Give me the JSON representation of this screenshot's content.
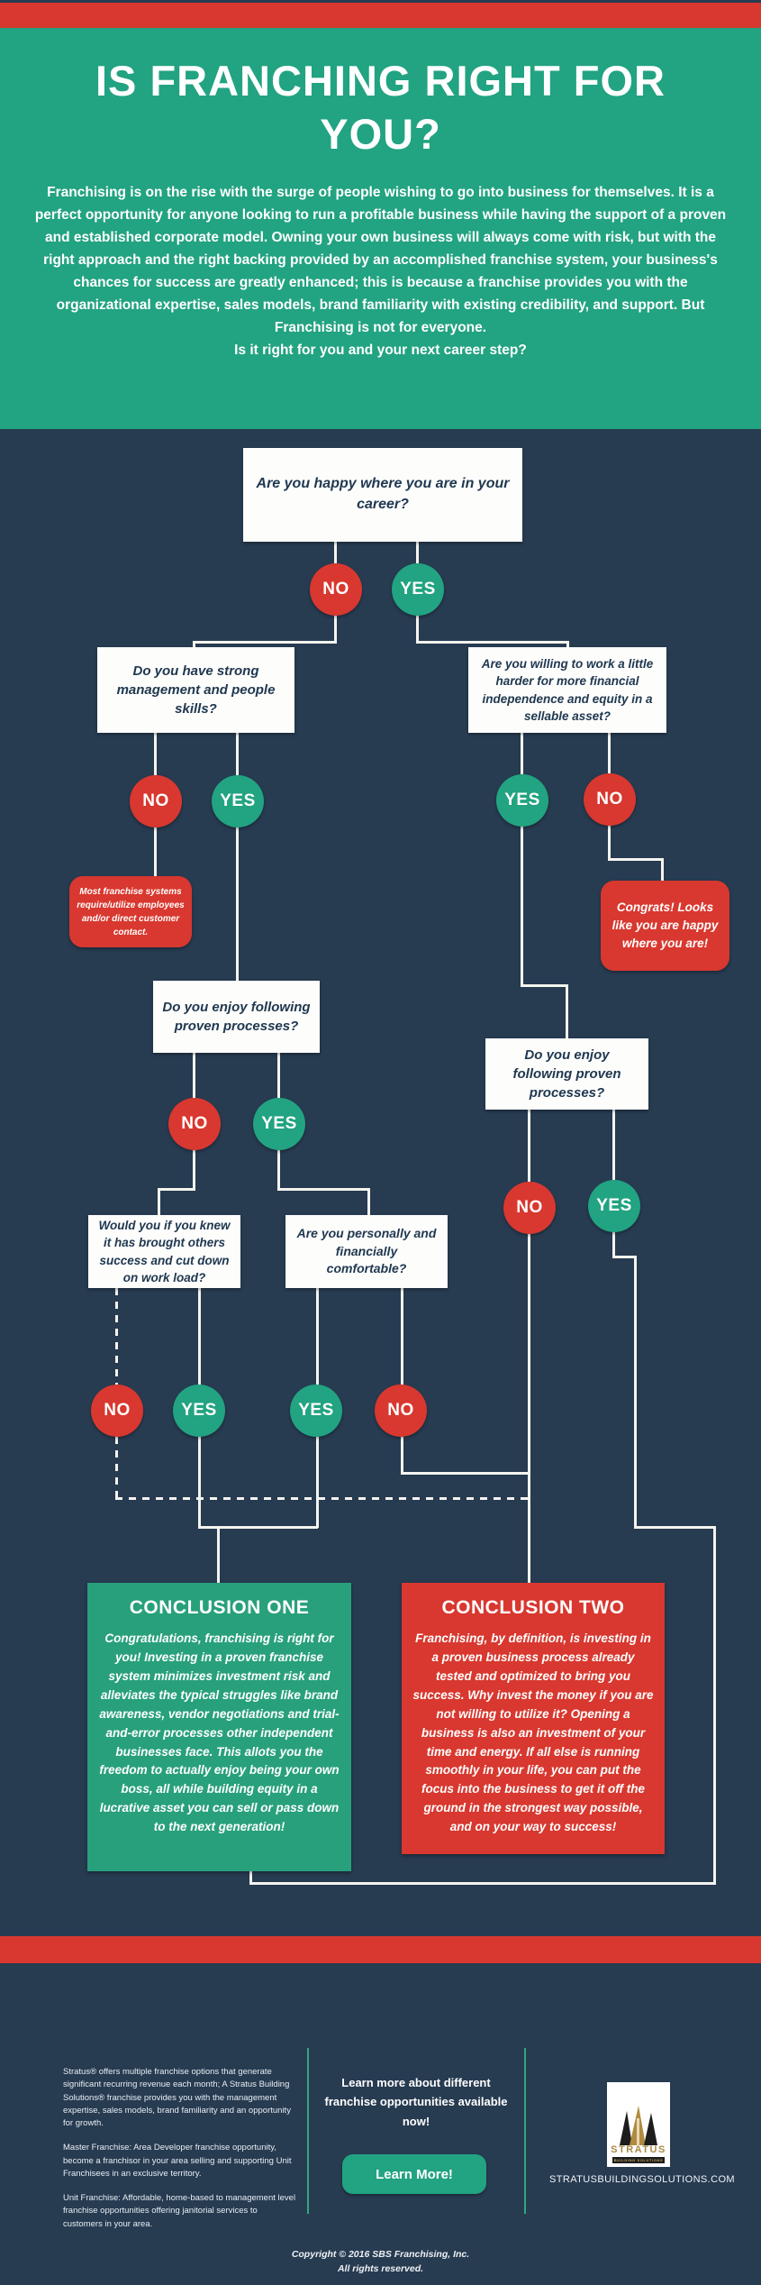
{
  "header": {
    "title": "IS FRANCHING RIGHT FOR YOU?",
    "intro_main": "Franchising is on the rise with the surge of people wishing to go into business for themselves. It is a perfect opportunity for anyone looking to run a profitable business while having the support of a proven and established corporate model. Owning your own business will always come with risk, but with the right approach and the right backing provided by an accomplished franchise system, your business's chances for success are greatly enhanced; this is because a franchise provides you with the organizational expertise, sales models, brand familiarity with existing credibility, and support. But Franchising is not for everyone.",
    "intro_question": "Is it right for you and your next career step?"
  },
  "flowchart": {
    "q_career": {
      "text": "Are you happy where you are in your career?",
      "no_label": "NO",
      "yes_label": "YES"
    },
    "q_management": {
      "text": "Do you have strong management and people skills?",
      "no_label": "NO",
      "yes_label": "YES"
    },
    "q_harder": {
      "text": "Are you willing to work a little harder for more financial independence and equity in a sellable asset?",
      "yes_label": "YES",
      "no_label": "NO"
    },
    "note_employees": {
      "text": "Most franchise systems require/utilize employees and/or direct customer contact."
    },
    "note_congrats": {
      "text": "Congrats! Looks like you are happy where you are!"
    },
    "q_processes_left": {
      "text": "Do you enjoy following proven processes?",
      "no_label": "NO",
      "yes_label": "YES"
    },
    "q_processes_right": {
      "text": "Do you enjoy following proven processes?",
      "no_label": "NO",
      "yes_label": "YES"
    },
    "q_wouldyou": {
      "text": "Would you if you knew it has brought others success and cut down on work load?",
      "no_label": "NO",
      "yes_label": "YES"
    },
    "q_comfortable": {
      "text": "Are you personally and financially comfortable?",
      "yes_label": "YES",
      "no_label": "NO"
    },
    "conclusion_one": {
      "title": "CONCLUSION ONE",
      "body": "Congratulations, franchising is right for you! Investing in a proven franchise system minimizes investment risk and alleviates the typical struggles like brand awareness, vendor negotiations and trial-and-error processes other independent businesses face. This allots you the freedom to actually enjoy being your own boss, all while building equity in a lucrative asset you can sell or pass down to the next generation!"
    },
    "conclusion_two": {
      "title": "CONCLUSION TWO",
      "body": "Franchising, by definition, is investing in a proven business process already tested and optimized to bring you success. Why invest the money if you are not willing to utilize it? Opening a business is also an investment of your time and energy. If all else is running smoothly in your life, you can put the focus into the business to get it off the ground in the strongest way possible, and on your way to success!"
    }
  },
  "footer": {
    "about": "Stratus® offers multiple franchise options that generate significant recurring revenue each month; A Stratus Building Solutions® franchise provides you with the management expertise, sales models, brand familiarity and an opportunity for growth.",
    "master_franchise": "Master Franchise: Area Developer franchise opportunity, become a franchisor in your area selling and supporting Unit Franchisees in an exclusive territory.",
    "unit_franchise": "Unit Franchise: Affordable, home-based to management level franchise opportunities offering janitorial services to customers in your area.",
    "cta_text": "Learn more about different franchise opportunities available now!",
    "cta_button": "Learn More!",
    "logo_name": "STRATUS",
    "logo_subtitle": "BUILDING SOLUTIONS",
    "website": "STRATUSBUILDINGSOLUTIONS.COM",
    "copyright_line1": "Copyright © 2016 SBS Franchising, Inc.",
    "copyright_line2": "All rights reserved."
  },
  "colors": {
    "navy": "#273b51",
    "green": "#22a381",
    "red": "#d8382f",
    "line": "#f4f4ef"
  }
}
